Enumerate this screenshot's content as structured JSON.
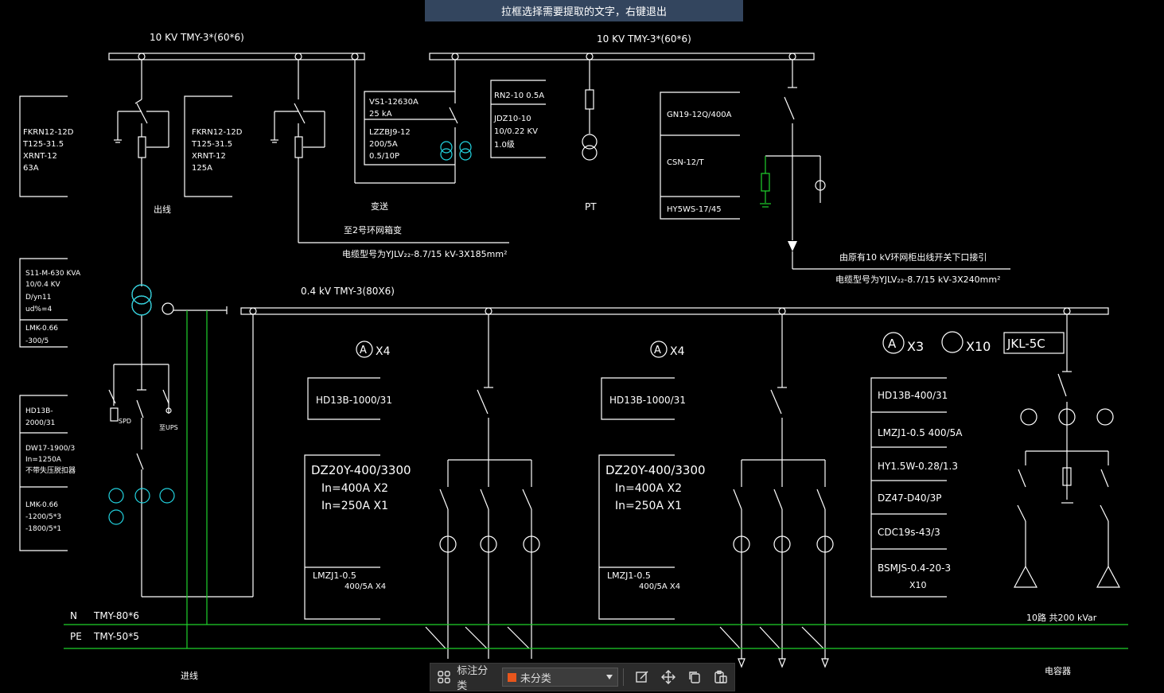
{
  "hint": "拉框选择需要提取的文字，右键退出",
  "toolbar": {
    "label": "标注分类",
    "select_value": "未分类"
  },
  "labels": {
    "bus10a": "10 KV  TMY-3*(60*6)",
    "bus10b": "10 KV  TMY-3*(60*6)",
    "bus04": "0.4 kV  TMY-3(80X6)",
    "box1": [
      "FKRN12-12D",
      "T125-31.5",
      "XRNT-12",
      "63A"
    ],
    "box2": [
      "FKRN12-12D",
      "T125-31.5",
      "XRNT-12",
      "125A"
    ],
    "box_vs": [
      "VS1-12630A",
      "25 kA",
      "LZZBJ9-12",
      "200/5A",
      "0.5/10P"
    ],
    "box_rn": [
      "RN2-10  0.5A",
      "JDZ10-10",
      "10/0.22 KV",
      "1.0级"
    ],
    "box_gn": [
      "GN19-12Q/400A",
      "CSN-12/T",
      "HY5WS-17/45"
    ],
    "box_tr": [
      "S11-M-630 KVA",
      "10/0.4 KV",
      "D/yn11",
      "ud%=4",
      "LMK-0.66",
      "-300/5"
    ],
    "box_hd": [
      "HD13B-",
      "2000/31",
      "DW17-1900/3",
      "In=1250A",
      "不带失压脱扣器",
      "LMK-0.66",
      "-1200/5*3",
      "-1800/5*1"
    ],
    "chuxian": "出线",
    "biansong": "变送",
    "pt": "PT",
    "to2": "至2号环网箱变",
    "cable1": "电缆型号为YJLV₂₂-8.7/15 kV-3X185mm²",
    "from_orig": "由原有10 kV环网柜出线开关下口接引",
    "cable2": "电缆型号为YJLV₂₂-8.7/15 kV-3X240mm²",
    "spd": "SPD",
    "ups": "至UPS",
    "ammeter": "A",
    "x4a": "X4",
    "x4b": "X4",
    "x3": "X3",
    "x10": "X10",
    "jkl": "JKL-5C",
    "hd1000a": "HD13B-1000/31",
    "hd1000b": "HD13B-1000/31",
    "dz_a": [
      "DZ20Y-400/3300",
      "In=400A  X2",
      "In=250A  X1",
      "LMZJ1-0.5",
      "400/5A  X4"
    ],
    "dz_b": [
      "DZ20Y-400/3300",
      "In=400A  X2",
      "In=250A  X1",
      "LMZJ1-0.5",
      "400/5A  X4"
    ],
    "cap_box": [
      "HD13B-400/31",
      "LMZJ1-0.5  400/5A",
      "HY1.5W-0.28/1.3",
      "DZ47-D40/3P",
      "CDC19s-43/3",
      "BSMJS-0.4-20-3",
      "X10"
    ],
    "cap_total": "10路 共200 kVar",
    "n_label": "N",
    "n_bus": "TMY-80*6",
    "pe_label": "PE",
    "pe_bus": "TMY-50*5",
    "jinxian": "进线",
    "rongqi": "电容器"
  }
}
